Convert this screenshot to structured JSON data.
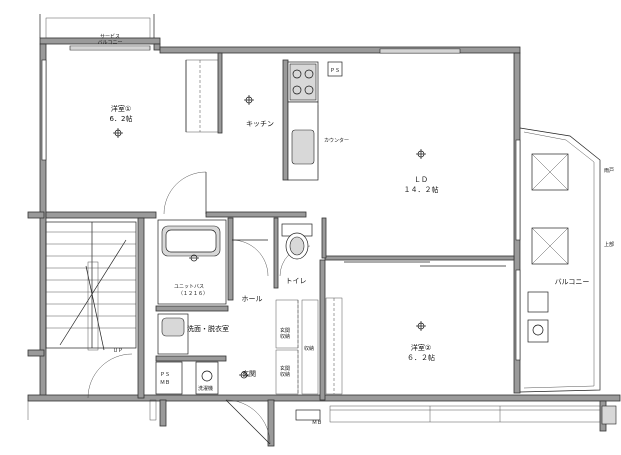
{
  "rooms": {
    "western1_name": "洋室①",
    "western1_size": "6．2帖",
    "kitchen": "キッチン",
    "ld_name": "ＬＤ",
    "ld_size": "１４．２帖",
    "western2_name": "洋室②",
    "western2_size": "６．２帖",
    "toilet": "トイレ",
    "hall": "ホール",
    "washroom": "洗面・脱衣室",
    "entrance": "玄関",
    "balcony": "バルコニー"
  },
  "labels": {
    "service_balcony_1": "サービス",
    "service_balcony_2": "バルコニー",
    "ps_top": "ＰＳ",
    "ps_left": "ＰＳ",
    "mb_left": "ＭＢ",
    "counter": "カウンター",
    "unit_bath_1": "ユニットバス",
    "unit_bath_2": "（１２１６）",
    "washer": "洗濯機",
    "storage_1": "玄関",
    "storage_2": "収納",
    "storage_3": "玄関",
    "storage_4": "収納",
    "stock": "収納",
    "rain_left": "雨戸",
    "rain_right": "上部",
    "up_mark": "ＵＰ",
    "mb_bottom": "ＭＢ"
  }
}
